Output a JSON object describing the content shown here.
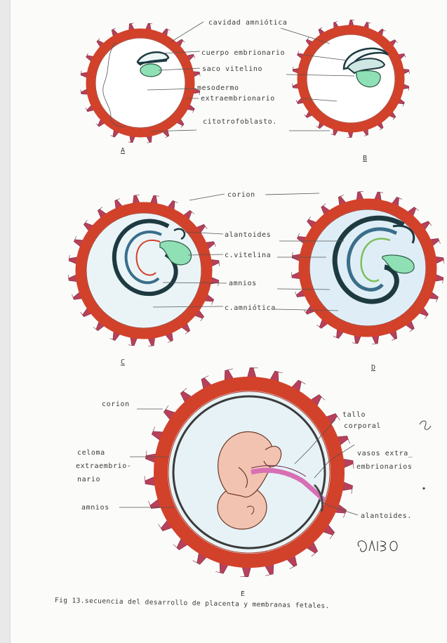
{
  "colors": {
    "chorion": "#d2412a",
    "chorion_light": "#e8876a",
    "villi": "#b8405a",
    "cavity": "#eaf4f7",
    "amnion_dark": "#1d3a40",
    "yolk": "#8fe0b5",
    "embryo": "#f2c3b0",
    "stalk": "#d86fb4"
  },
  "panels": {
    "A": {
      "letter": "A",
      "labels": {
        "amniotic_cavity": "cavidad amniótica",
        "embryonic_body": "cuerpo embrionario",
        "yolk_sac": "saco vitelino",
        "mesoderm_1": "mesodermo",
        "mesoderm_2": "extraembrionario",
        "cytotrophoblast": "citotrofoblasto."
      }
    },
    "B": {
      "letter": "B"
    },
    "C": {
      "letter": "C",
      "labels": {
        "chorion": "corion",
        "allantois": "alantoides",
        "yolk": "c.vitelina",
        "amnion": "amnios",
        "amniotic": "c.amniótica"
      }
    },
    "D": {
      "letter": "D"
    },
    "E": {
      "letter": "E",
      "labels": {
        "chorion": "corion",
        "coelom_1": "celoma",
        "coelom_2": "extraembrio-",
        "coelom_3": "nario",
        "amnion": "amnios",
        "stalk_1": "tallo",
        "stalk_2": "corporal",
        "vessels_1": "vasos extra_",
        "vessels_2": "embrionarios",
        "allantois": "alantoides."
      }
    }
  },
  "signature": "GAIBO",
  "caption": "Fig 13.secuencia del desarrollo de placenta y membranas fetales."
}
